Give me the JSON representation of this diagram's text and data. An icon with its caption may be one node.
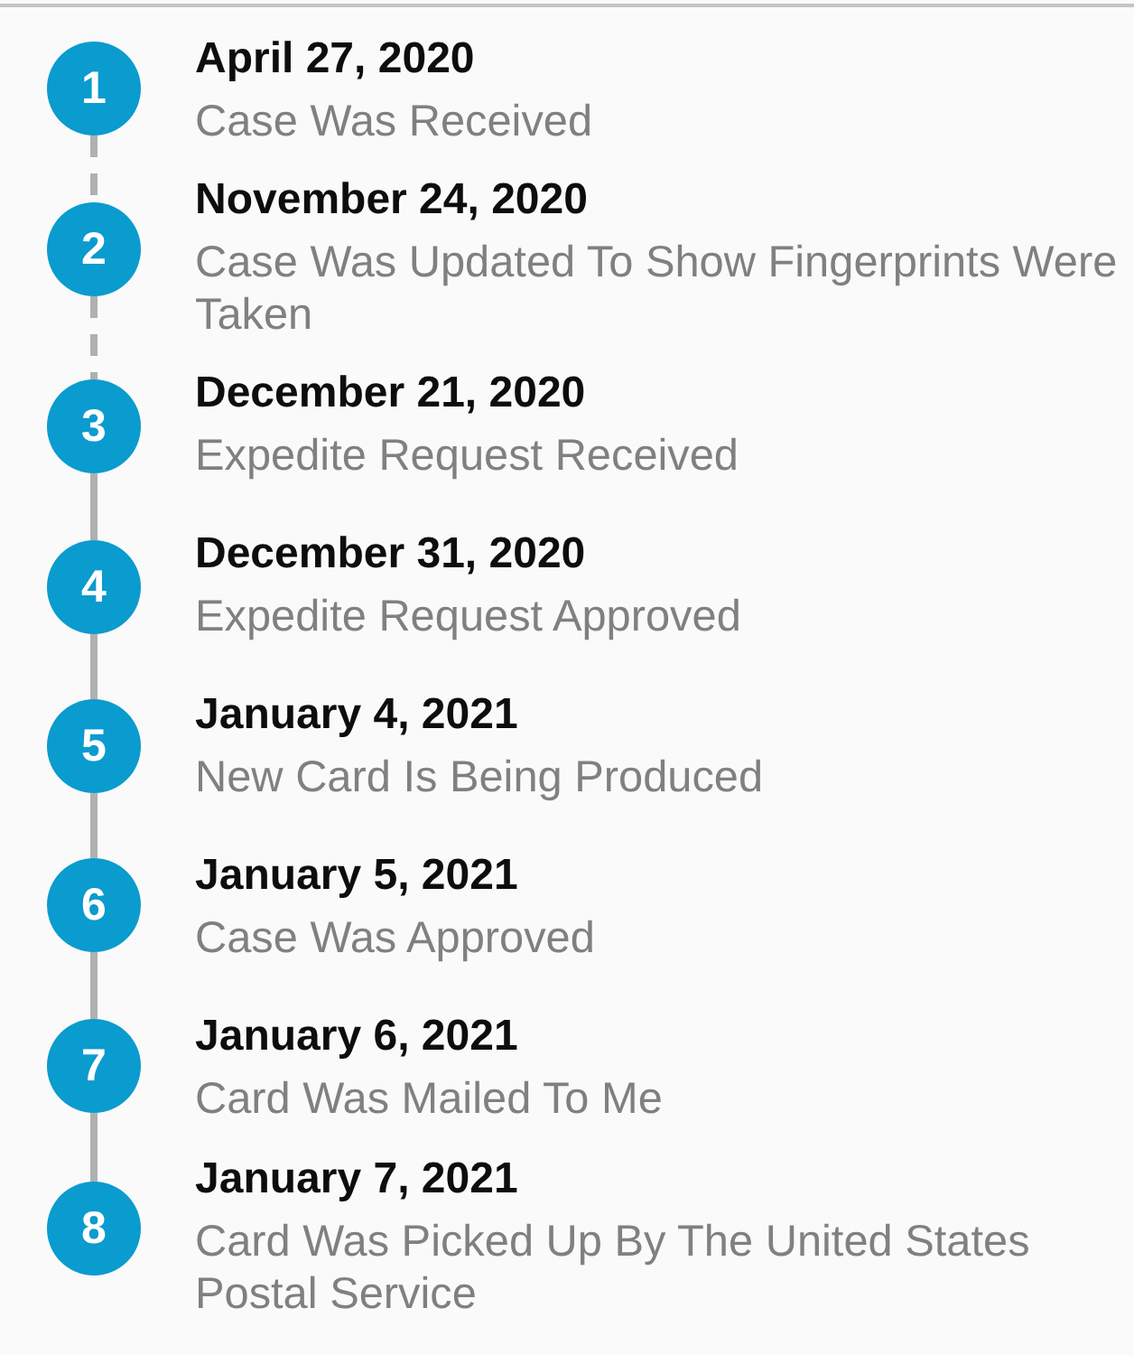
{
  "diagram": {
    "nodes": [
      {
        "text": [
          "1"
        ],
        "beside": [
          "April 27, 2020",
          "Case Was Received"
        ]
      },
      {
        "text": [
          "2"
        ],
        "beside": [
          "November 24, 2020",
          "Case Was Updated To Show Fingerprints Were Taken"
        ]
      },
      {
        "text": [
          "3"
        ],
        "beside": [
          "December 21, 2020",
          "Expedite Request Received"
        ]
      },
      {
        "text": [
          "4"
        ],
        "beside": [
          "December 31, 2020",
          "Expedite Request Approved"
        ]
      },
      {
        "text": [
          "5"
        ],
        "beside": [
          "January 4, 2021",
          "New Card Is Being Produced"
        ]
      },
      {
        "text": [
          "6"
        ],
        "beside": [
          "January 5, 2021",
          "Case Was Approved"
        ]
      },
      {
        "text": [
          "7"
        ],
        "beside": [
          "January 6, 2021",
          "Card Was Mailed To Me"
        ]
      },
      {
        "text": [
          "8"
        ],
        "beside": [
          "January 7, 2021",
          "Card Was Picked Up By The United States Postal Service"
        ]
      }
    ],
    "edges": [
      {
        "from": 0,
        "to": 1,
        "arrow": "none",
        "style": "dashed"
      },
      {
        "from": 1,
        "to": 2,
        "arrow": "none",
        "style": "dashed"
      },
      {
        "from": 2,
        "to": 3,
        "arrow": "none"
      },
      {
        "from": 3,
        "to": 4,
        "arrow": "none"
      },
      {
        "from": 4,
        "to": 5,
        "arrow": "none"
      },
      {
        "from": 5,
        "to": 6,
        "arrow": "none"
      },
      {
        "from": 6,
        "to": 7,
        "arrow": "none"
      }
    ]
  }
}
